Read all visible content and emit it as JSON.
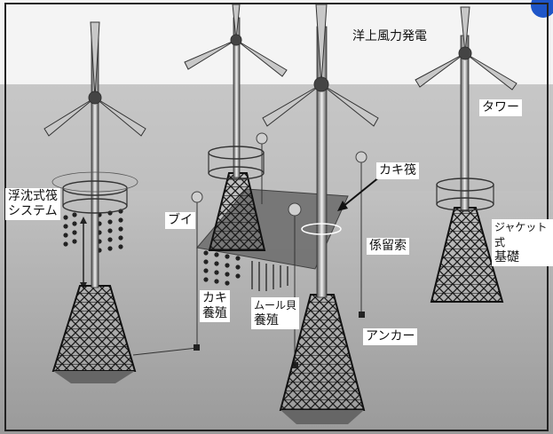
{
  "diagram": {
    "title": "洋上風力発電",
    "labels": {
      "tower": "タワー",
      "oyster_raft": "カキ筏",
      "floating_raft_system": [
        "浮沈式筏",
        "システム"
      ],
      "buoy": "ブイ",
      "mooring_line": "係留索",
      "jacket_foundation": [
        "ジャケット式",
        "基礎"
      ],
      "oyster_farming": [
        "カキ",
        "養殖"
      ],
      "mussel_farming": [
        "ムール貝",
        "養殖"
      ],
      "anchor": "アンカー"
    }
  }
}
